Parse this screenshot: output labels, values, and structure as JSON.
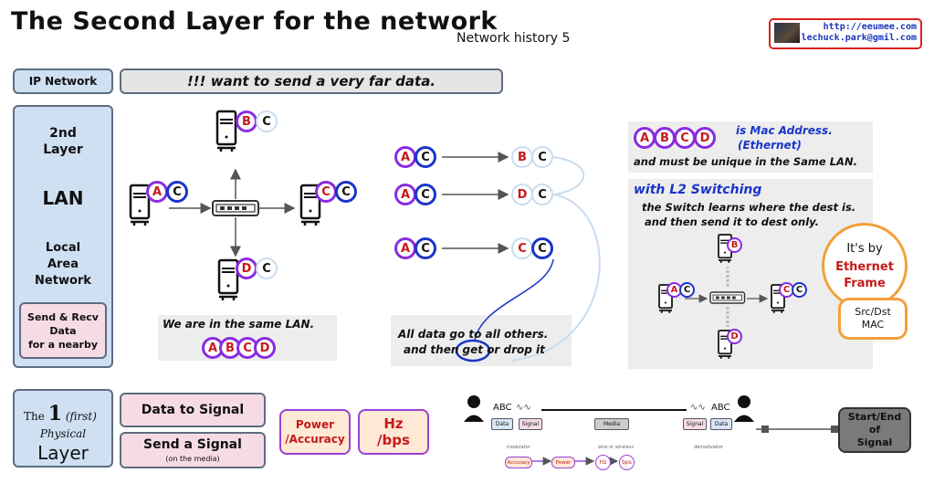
{
  "header": {
    "title": "The Second Layer for the network",
    "subtitle": "Network history 5",
    "contact_url": "http://eeumee.com",
    "contact_email": "lechuck.park@gmil.com"
  },
  "row_ip": {
    "label": "IP Network",
    "message": "!!! want to send a very far data."
  },
  "layer2": {
    "layer_name": "2nd\nLayer",
    "lan": "LAN",
    "lan_full": "Local\nArea\nNetwork",
    "purpose": "Send & Recv\nData\nfor a nearby"
  },
  "lan_diagram": {
    "caption": "We are in the same LAN.",
    "bubbles": [
      "A",
      "B",
      "C",
      "D"
    ],
    "nodes": {
      "top": [
        "B",
        "C"
      ],
      "left": [
        "A",
        "C"
      ],
      "right": [
        "C",
        "C"
      ],
      "bottom": [
        "D",
        "C"
      ]
    }
  },
  "flow_diagram": {
    "rows": [
      {
        "from": [
          "A",
          "C"
        ],
        "to": [
          "B",
          "C"
        ]
      },
      {
        "from": [
          "A",
          "C"
        ],
        "to": [
          "D",
          "C"
        ]
      },
      {
        "from": [
          "A",
          "C"
        ],
        "to": [
          "C",
          "C"
        ]
      }
    ],
    "caption_line1": "All data go to all others.",
    "caption_line2": "and then get or drop it"
  },
  "mac_panel": {
    "bubbles": [
      "A",
      "B",
      "C",
      "D"
    ],
    "is_mac": "is Mac Address.",
    "ethernet": "(Ethernet)",
    "unique": "and must be unique in the Same LAN.",
    "switching_title": "with L2 Switching",
    "switching_line1": "the Switch learns where the dest is.",
    "switching_line2": "and then send it to dest only."
  },
  "ethernet_frame": {
    "line1": "It's by",
    "line2": "Ethernet",
    "line3": "Frame",
    "mac_label": "Src/Dst\nMAC"
  },
  "layer1": {
    "the": "The",
    "number": "1",
    "first": "(first)",
    "physical": "Physical",
    "layer": "Layer",
    "data_to_signal": "Data to Signal",
    "send_signal": "Send a Signal",
    "on_media": "(on the media)",
    "power": "Power\n/Accuracy",
    "hz": "Hz\n/bps",
    "start_end": "Start/End\nof\nSignal"
  },
  "signal_diagram": {
    "left_text": "ABC",
    "right_text": "ABC",
    "data": "Data",
    "signal": "Signal",
    "media": "Media",
    "modulator": "modulator",
    "wire": "wire or wireless",
    "demodulator": "demodulator",
    "accuracy": "Accuracy",
    "power": "Power",
    "hz": "Hz",
    "bps": "bps"
  },
  "colors": {
    "blue_fill": "#cfe0f3",
    "pink_fill": "#f6dbe4",
    "gray_fill": "#e5e5e5",
    "purple": "#8a2be2",
    "blue_ring": "#1a35c8",
    "red_text": "#c61a1a",
    "orange": "#f3a03a"
  }
}
